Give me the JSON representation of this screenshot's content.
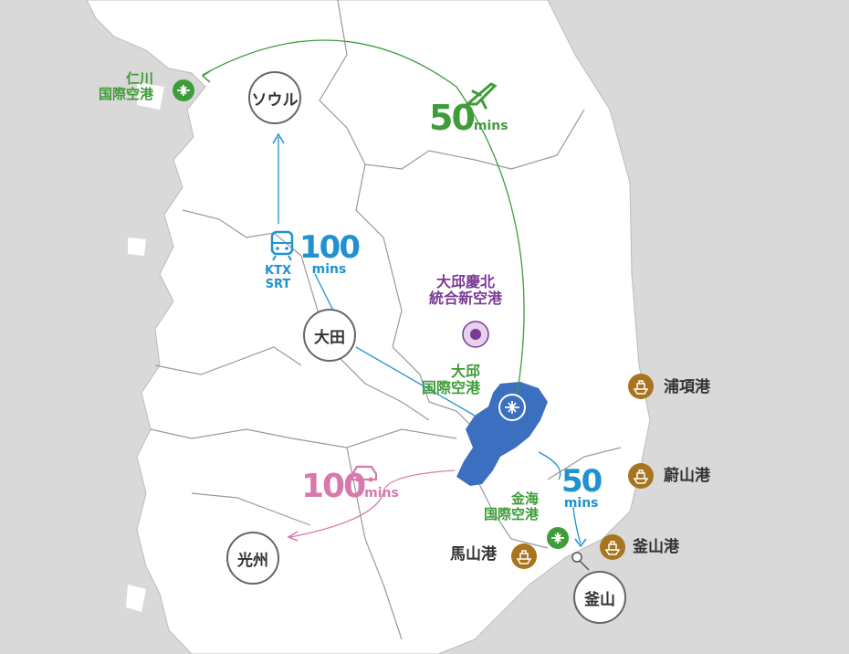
{
  "cities": {
    "seoul": "ソウル",
    "daejeon": "大田",
    "gwangju": "光州",
    "busan": "釜山"
  },
  "airports": {
    "incheon": "仁川\n国際空港",
    "daegu": "大邱\n国際空港",
    "gimhae": "金海\n国際空港",
    "new_airport": "大邱慶北\n統合新空港"
  },
  "ports": {
    "pohang": "浦項港",
    "ulsan": "蔚山港",
    "busan": "釜山港",
    "masan": "馬山港"
  },
  "routes": {
    "flight": {
      "value": "50",
      "unit": "mins"
    },
    "rail": {
      "value": "100",
      "unit": "mins",
      "label": "KTX\nSRT"
    },
    "car": {
      "value": "100",
      "unit": "mins"
    },
    "busan_road": {
      "value": "50",
      "unit": "mins"
    }
  },
  "colors": {
    "sea": "#d9d9d9",
    "land": "#ffffff",
    "border": "#999999",
    "region": "#3d6fc0",
    "flight": "#3f9c3a",
    "rail": "#1f92cf",
    "car": "#d879ad",
    "port": "#a8741e",
    "new_airport": "#7a3a93"
  },
  "icons": {
    "airport": "airplane-icon",
    "port": "ship-icon",
    "train": "train-icon",
    "car": "car-icon"
  }
}
